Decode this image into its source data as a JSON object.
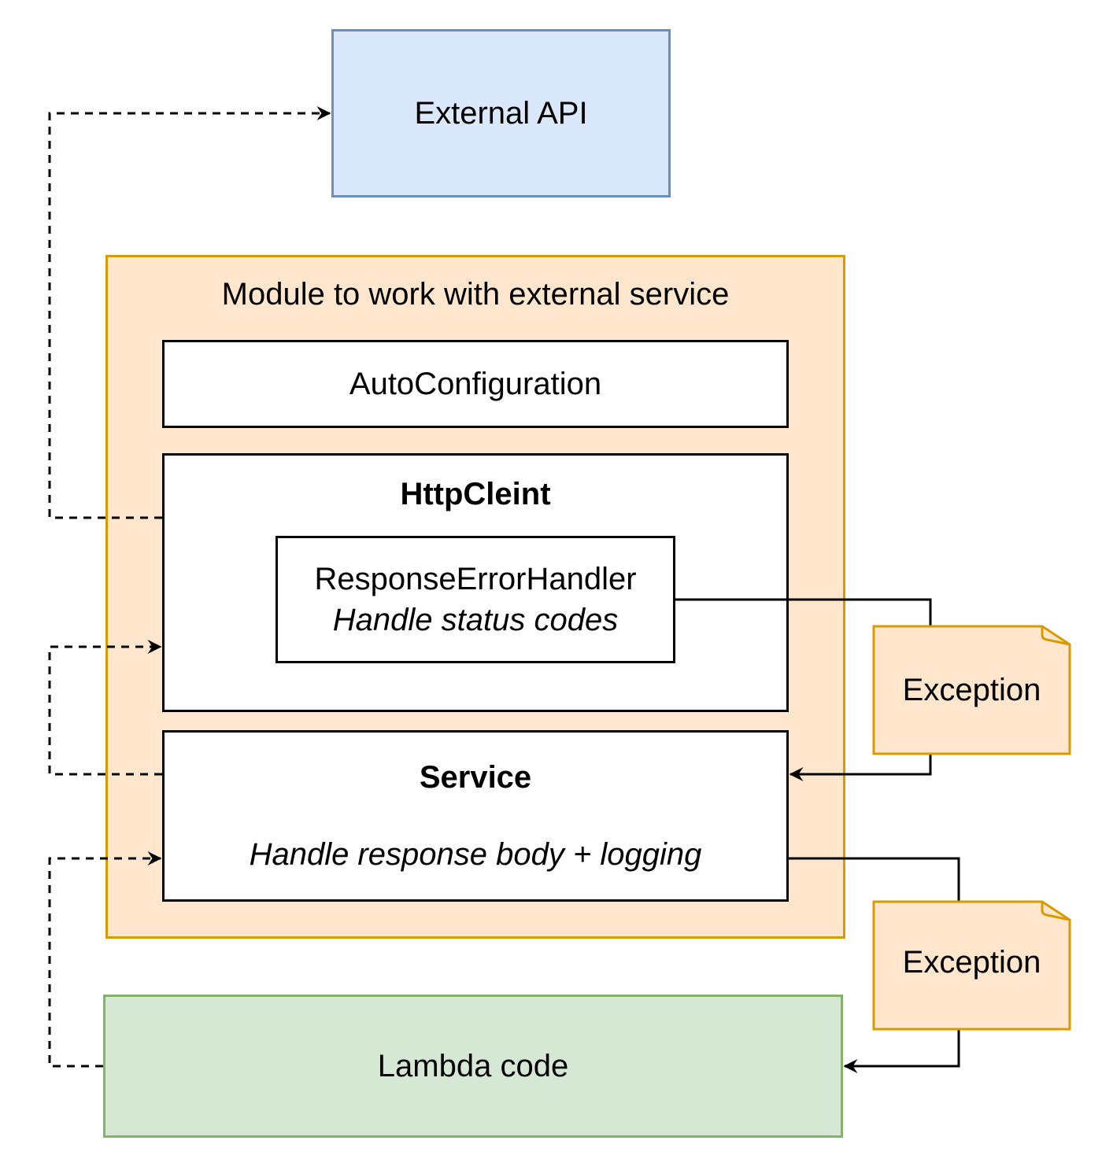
{
  "diagram": {
    "external_api": "External API",
    "module": {
      "title": "Module to work with external service",
      "auto_configuration": "AutoConfiguration",
      "http_client": {
        "title": "HttpCleint",
        "response_error_handler": {
          "name": "ResponseErrorHandler",
          "description": "Handle status codes"
        }
      },
      "service": {
        "title": "Service",
        "description": "Handle response body + logging"
      }
    },
    "lambda_code": "Lambda code",
    "notes": [
      "Exception",
      "Exception"
    ]
  },
  "colors": {
    "external_api_fill": "#dae8fc",
    "external_api_stroke": "#6c8ebf",
    "module_fill": "#ffe6cc",
    "module_stroke": "#d79b00",
    "lambda_fill": "#d5e8d4",
    "lambda_stroke": "#82b366"
  }
}
